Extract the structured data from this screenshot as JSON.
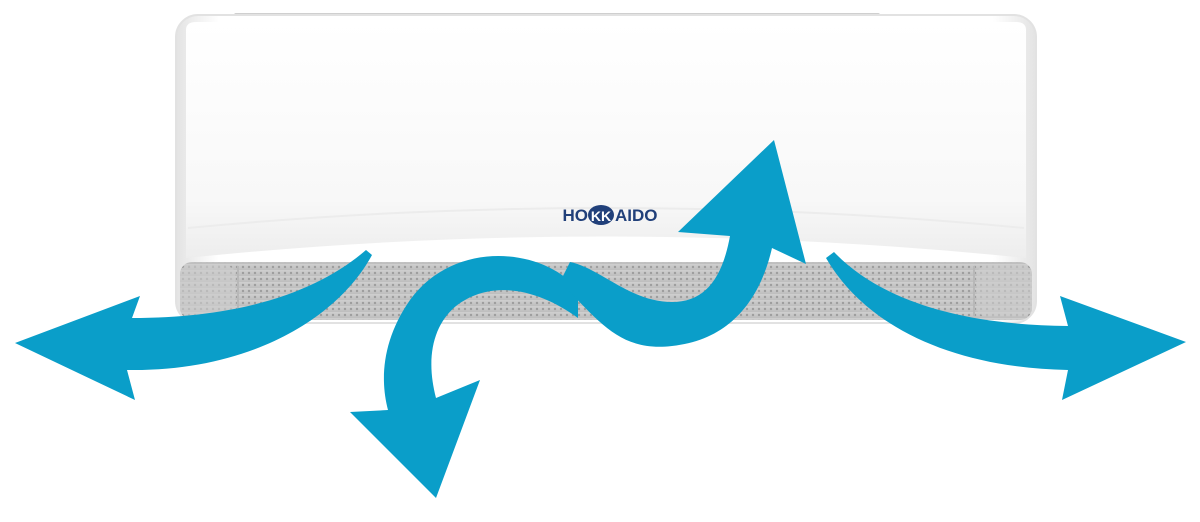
{
  "product": {
    "brand_prefix": "HO",
    "brand_badge": "KK",
    "brand_suffix": "AIDO"
  },
  "colors": {
    "arrow": "#0a9ec9",
    "unit_body": "#fbfbfb",
    "vent": "#c4c4c4",
    "brand_text": "#21407a"
  },
  "airflow_arrows": [
    {
      "direction": "left"
    },
    {
      "direction": "down"
    },
    {
      "direction": "up"
    },
    {
      "direction": "right"
    }
  ]
}
